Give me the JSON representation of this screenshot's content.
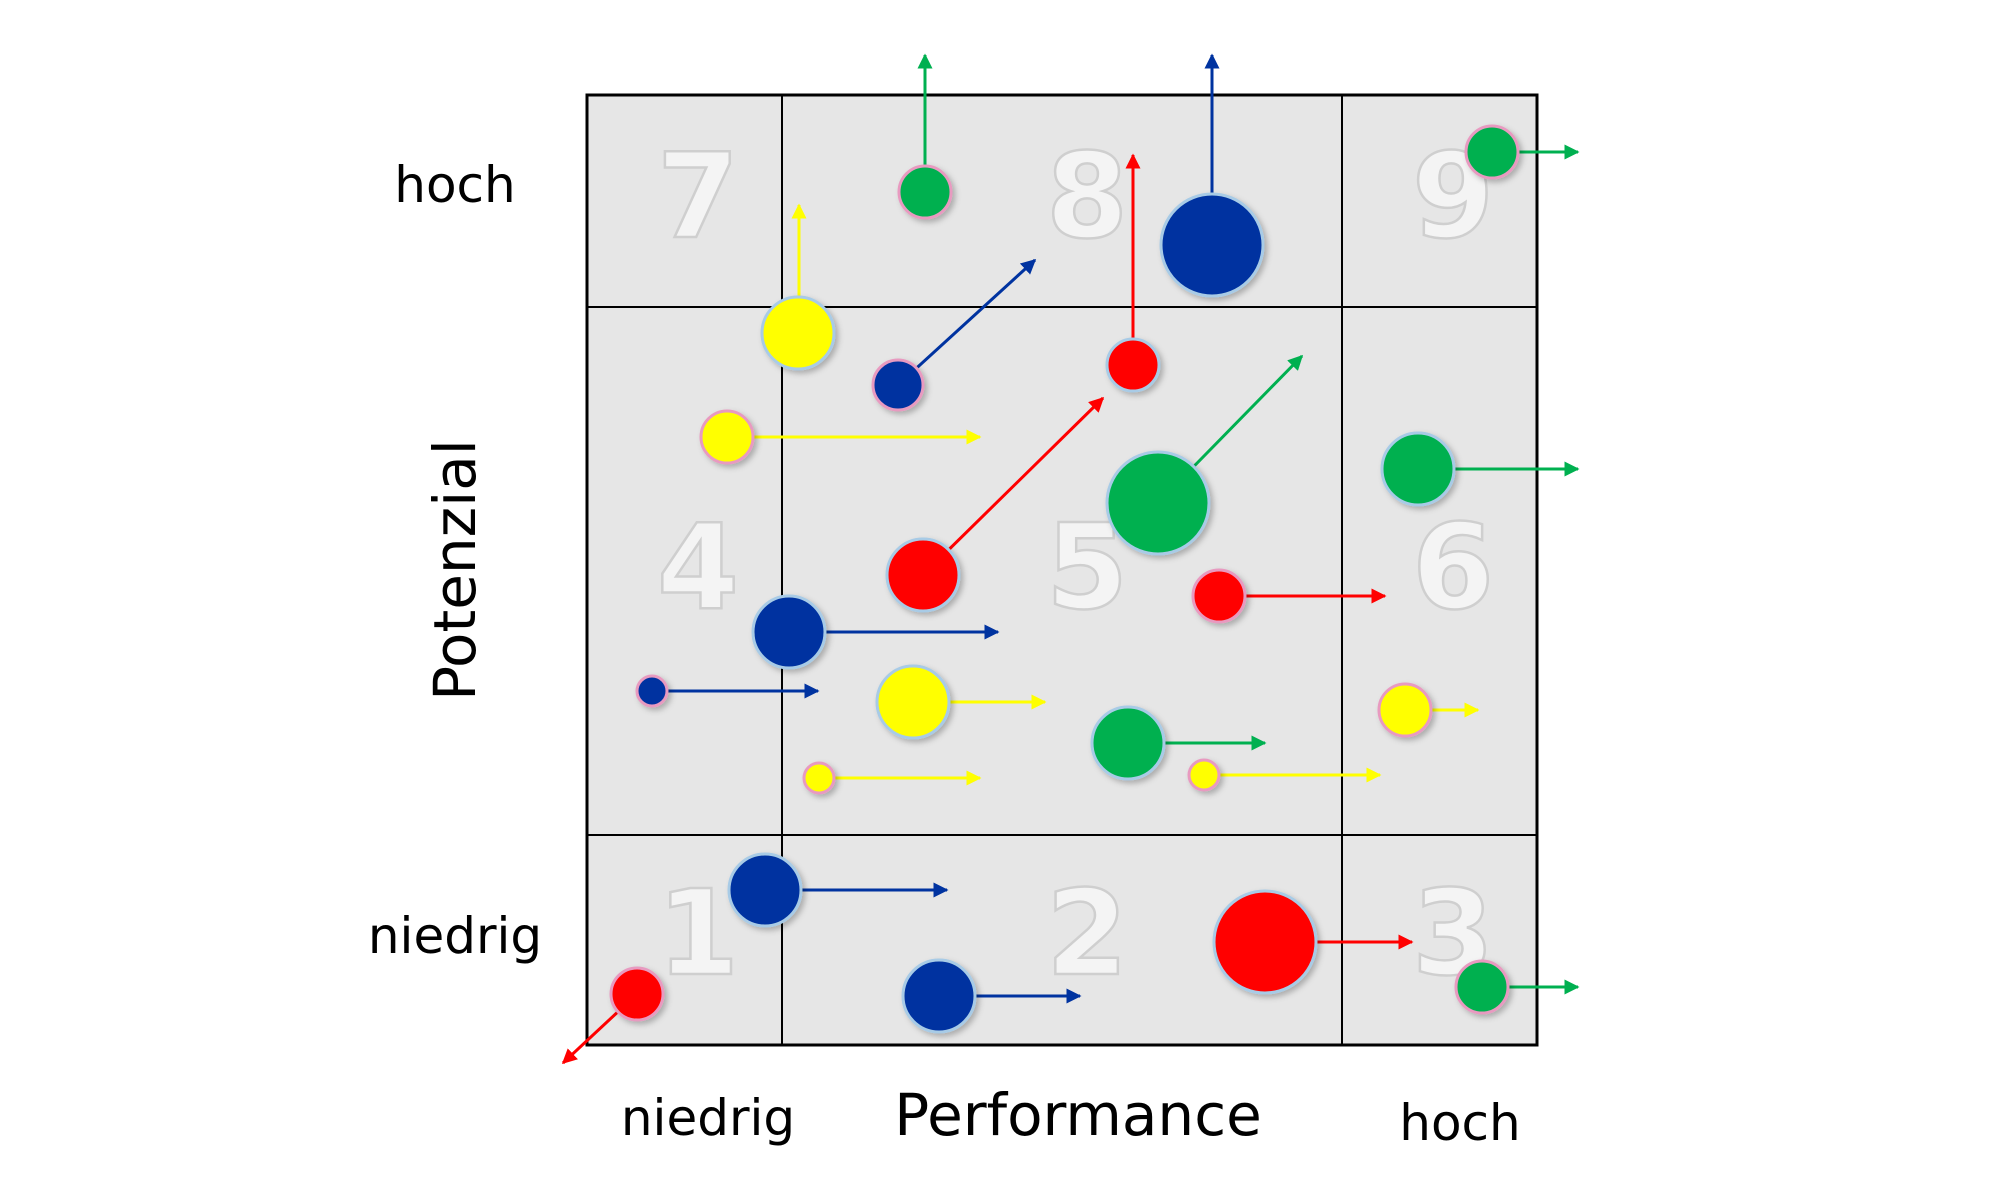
{
  "labels": {
    "y_high": "hoch",
    "y_low": "niedrig",
    "y_axis": "Potenzial",
    "x_low": "niedrig",
    "x_axis": "Performance",
    "x_high": "hoch"
  },
  "cells": [
    {
      "num": "7",
      "row": 0,
      "col": 0
    },
    {
      "num": "8",
      "row": 0,
      "col": 1
    },
    {
      "num": "9",
      "row": 0,
      "col": 2
    },
    {
      "num": "4",
      "row": 1,
      "col": 0
    },
    {
      "num": "5",
      "row": 1,
      "col": 1
    },
    {
      "num": "6",
      "row": 1,
      "col": 2
    },
    {
      "num": "1",
      "row": 2,
      "col": 0
    },
    {
      "num": "2",
      "row": 2,
      "col": 1
    },
    {
      "num": "3",
      "row": 2,
      "col": 2
    }
  ],
  "colors": {
    "cell_fill": "#e6e6e6",
    "grid_line": "#000000",
    "yellow": "#ffff00",
    "blue": "#0033a0",
    "red": "#ff0000",
    "green": "#00b050",
    "ring_pink": "#e89ac0",
    "ring_blue": "#a8cbe6"
  }
}
